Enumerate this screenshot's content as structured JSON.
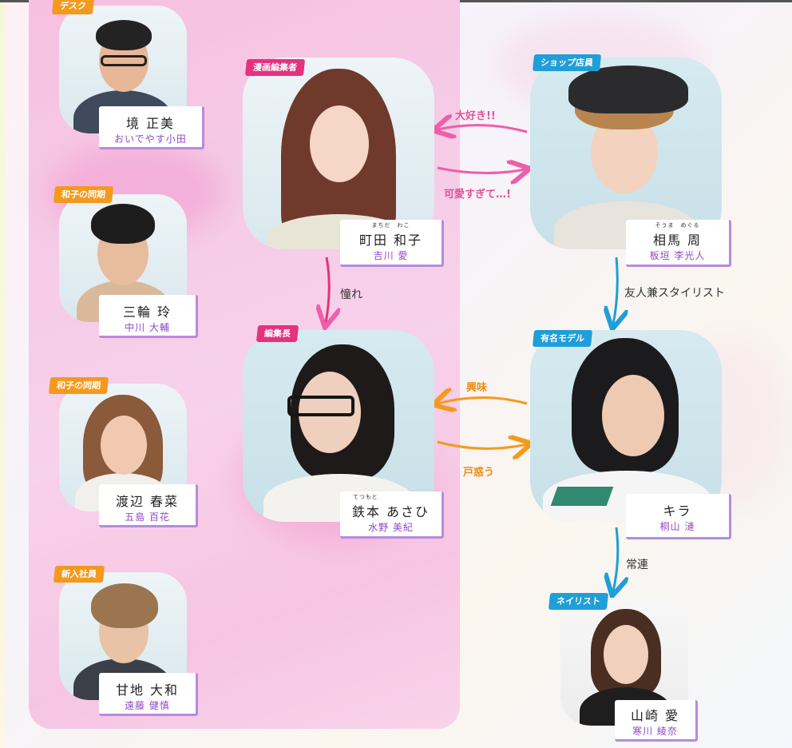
{
  "characters": [
    {
      "id": "sakai",
      "role": "デスク",
      "name": "境 正美",
      "actor": "おいでやす小田",
      "ruby": ""
    },
    {
      "id": "miwa",
      "role": "和子の同期",
      "name": "三輪 玲",
      "actor": "中川 大輔",
      "ruby": ""
    },
    {
      "id": "watanabe",
      "role": "和子の同期",
      "name": "渡辺 春菜",
      "actor": "五島 百花",
      "ruby": ""
    },
    {
      "id": "amachi",
      "role": "新入社員",
      "name": "甘地 大和",
      "actor": "遠藤 健慎",
      "ruby": ""
    },
    {
      "id": "machida",
      "role": "漫画編集者",
      "name": "町田 和子",
      "actor": "吉川 愛",
      "ruby": "まちだ　わこ"
    },
    {
      "id": "tetsumoto",
      "role": "編集長",
      "name": "鉄本 あさひ",
      "actor": "水野 美紀",
      "ruby": "てつもと"
    },
    {
      "id": "soma",
      "role": "ショップ店員",
      "name": "相馬 周",
      "actor": "板垣 李光人",
      "ruby": "そうま　めぐる"
    },
    {
      "id": "kira",
      "role": "有名モデル",
      "name": "キラ",
      "actor": "桐山 漣",
      "ruby": ""
    },
    {
      "id": "yamazaki",
      "role": "ネイリスト",
      "name": "山崎 愛",
      "actor": "寒川 綾奈",
      "ruby": ""
    }
  ],
  "relations": {
    "soma_to_machida": "大好き!!",
    "machida_to_soma": "可愛すぎて…!",
    "machida_to_tetsumoto": "憧れ",
    "kira_to_tetsumoto": "興味",
    "tetsumoto_to_kira": "戸惑う",
    "soma_to_kira": "友人兼スタイリスト",
    "kira_to_yamazaki": "常連"
  },
  "colors": {
    "role_orange": "#f39a1e",
    "role_pink": "#e4327f",
    "role_blue": "#1f9ed8",
    "arrow_pink": "#ef5ea9",
    "arrow_orange": "#f39a1e",
    "arrow_blue": "#1f9ed8",
    "name_border": "#b68bdc",
    "actor_text": "#8f48c8"
  }
}
